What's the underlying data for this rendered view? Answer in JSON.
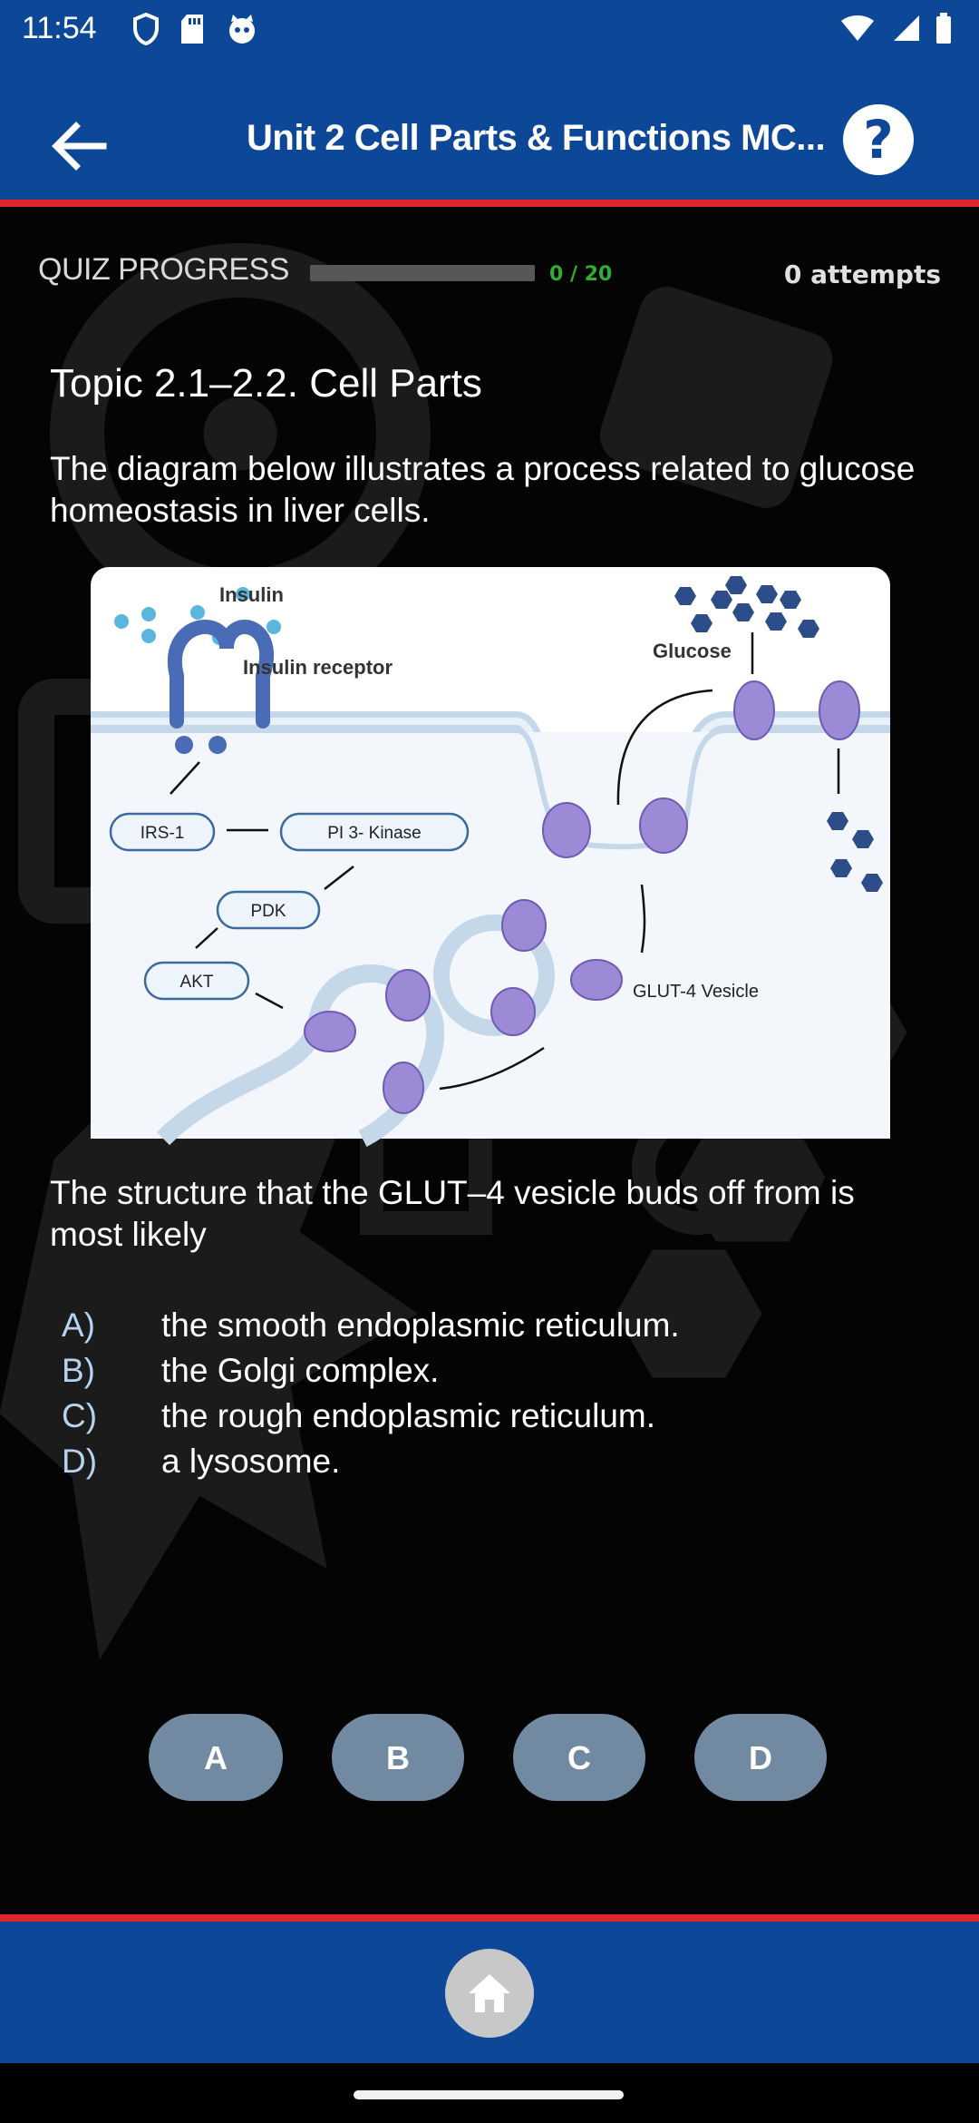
{
  "status_bar": {
    "time": "11:54",
    "left_icons": [
      "shield-icon",
      "sd-card-icon",
      "cat-face-icon"
    ],
    "right_icons": [
      "wifi-icon",
      "signal-icon",
      "battery-icon"
    ]
  },
  "app_bar": {
    "title": "Unit 2 Cell Parts & Functions MC...",
    "back_icon": "arrow-left-icon",
    "help_label": "?"
  },
  "progress": {
    "label": "QUIZ PROGRESS",
    "count": "0 / 20",
    "fraction": 0,
    "attempts": "0 attempts"
  },
  "topic": "Topic 2.1–2.2. Cell Parts",
  "question_intro": "The diagram below illustrates a process related to glucose homeostasis in liver cells.",
  "diagram": {
    "labels": {
      "insulin": "Insulin",
      "insulin_receptor": "Insulin receptor",
      "glucose": "Glucose",
      "irs1": "IRS-1",
      "pi3k": "PI 3- Kinase",
      "pdk": "PDK",
      "akt": "AKT",
      "glut4": "GLUT-4 Vesicle"
    }
  },
  "question_stem": "The structure that the GLUT–4 vesicle buds off from is most likely",
  "options": [
    {
      "letter": "A)",
      "text": "the smooth endoplasmic reticulum."
    },
    {
      "letter": "B)",
      "text": "the Golgi complex."
    },
    {
      "letter": "C)",
      "text": "the rough endoplasmic reticulum."
    },
    {
      "letter": "D)",
      "text": "a lysosome."
    }
  ],
  "answer_buttons": [
    "A",
    "B",
    "C",
    "D"
  ],
  "colors": {
    "brand_blue": "#0d4797",
    "accent_red": "#e2242c",
    "answer_button": "#728aa1",
    "progress_green": "#2eb82e",
    "option_letter": "#b6d2f0"
  },
  "bottom_nav": {
    "home_icon": "home-icon"
  }
}
